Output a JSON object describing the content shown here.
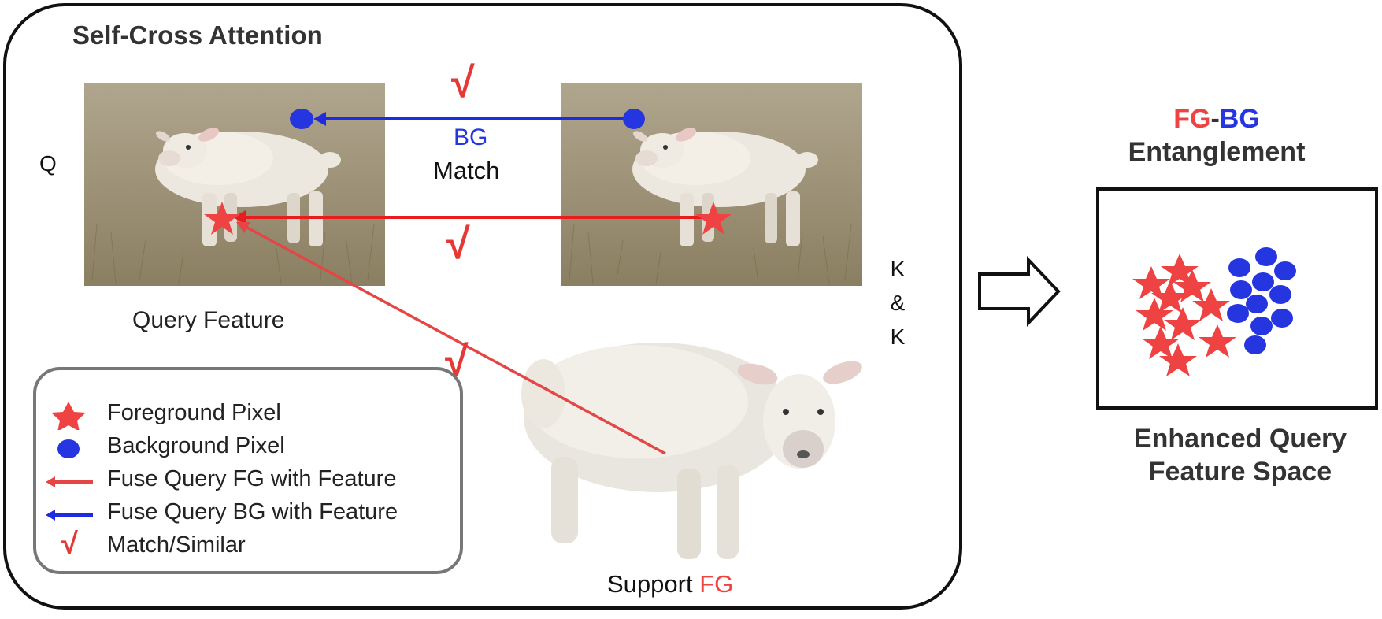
{
  "title": "Self-Cross Attention",
  "q_label": "Q",
  "k_label": [
    "K",
    "&",
    "K"
  ],
  "query_caption": "Query Feature",
  "bg_match": {
    "bg": "BG",
    "match": "Match"
  },
  "check_mark": "√",
  "support_caption": {
    "prefix": "Support ",
    "fg": "FG"
  },
  "legend": [
    {
      "icon": "star-icon",
      "label": "Foreground Pixel"
    },
    {
      "icon": "ellipse-icon",
      "label": "Background Pixel"
    },
    {
      "icon": "red-arrow-icon",
      "label": "Fuse Query FG with Feature"
    },
    {
      "icon": "blue-arrow-icon",
      "label": "Fuse Query BG with Feature"
    },
    {
      "icon": "check-icon",
      "label": "Match/Similar"
    }
  ],
  "entanglement": {
    "fg": "FG",
    "dash": "-",
    "bg": "BG",
    "line2": "Entanglement"
  },
  "enhanced_space": {
    "line1": "Enhanced Query",
    "line2": "Feature Space"
  },
  "colors": {
    "foreground": "#ef4343",
    "background": "#2535e0",
    "arrow_red": "#e81c1c",
    "arrow_blue": "#1f2be0"
  }
}
